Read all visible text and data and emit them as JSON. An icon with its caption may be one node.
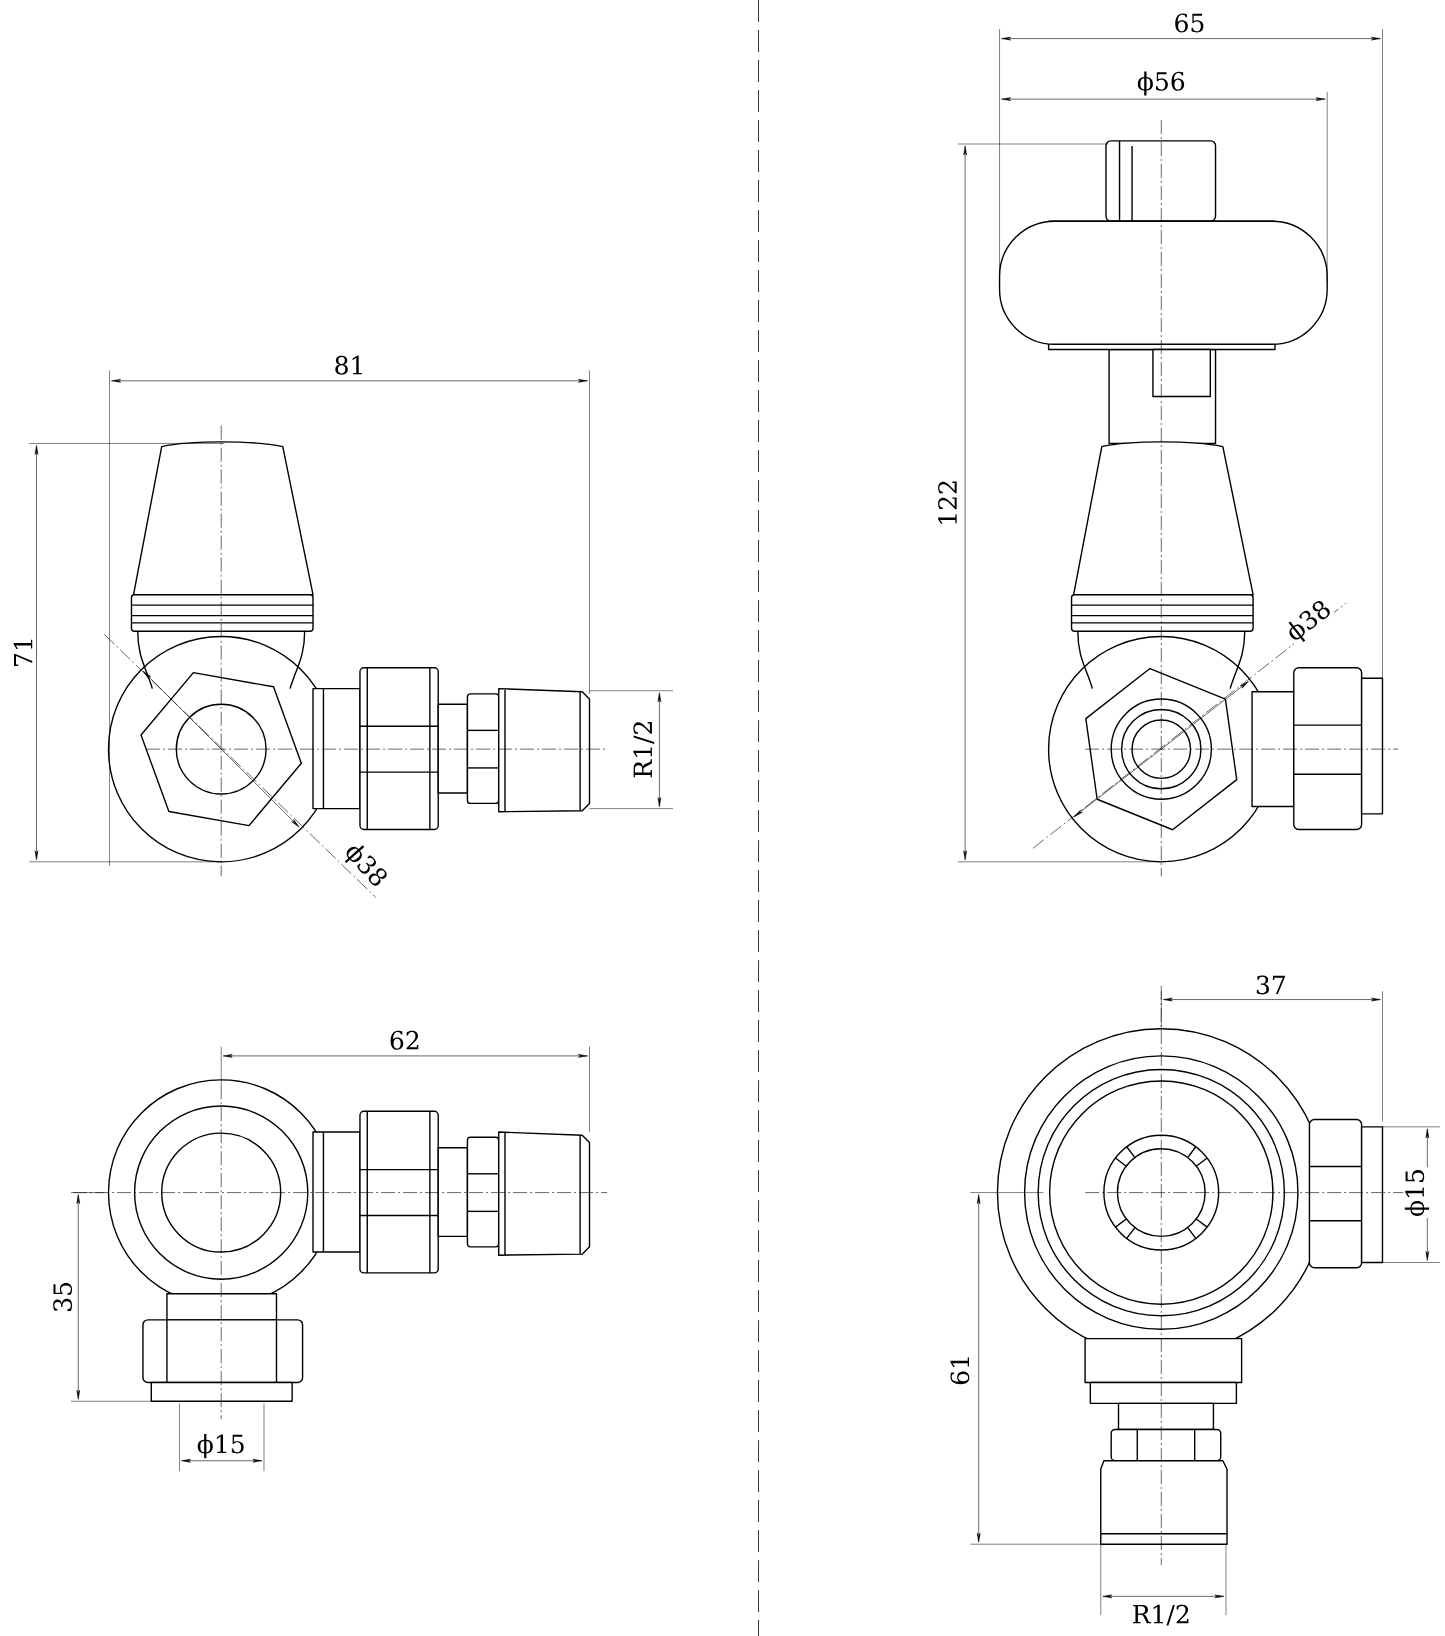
{
  "diagram": {
    "labels": [
      "65",
      "ϕ56",
      "81",
      "122",
      "71",
      "ϕ38",
      "R1/2",
      "ϕ38",
      "62",
      "37",
      "ϕ15",
      "35",
      "ϕ15",
      "61",
      "R1/2"
    ]
  }
}
